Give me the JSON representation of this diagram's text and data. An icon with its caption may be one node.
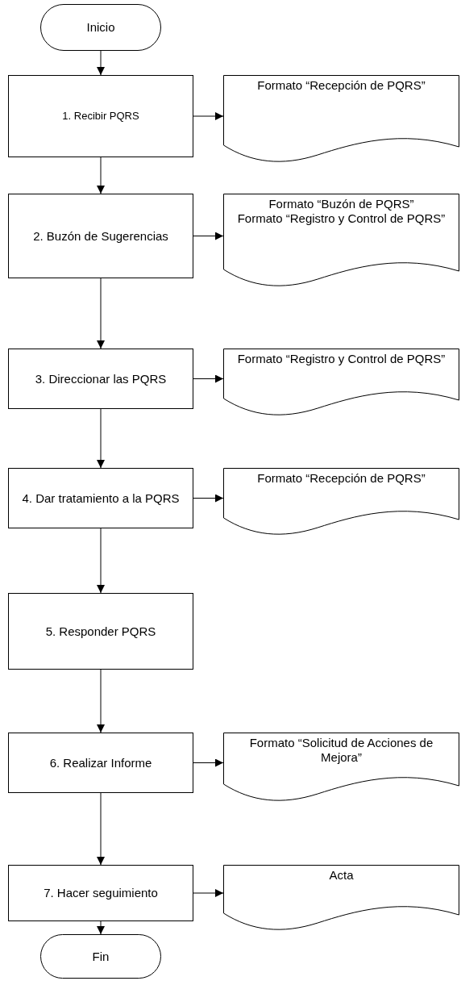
{
  "diagram": {
    "nodes": [
      {
        "text": [
          "Inicio"
        ]
      },
      {
        "text": [
          "1. Recibir PQRS"
        ]
      },
      {
        "text": [
          "Formato “Recepción de PQRS”"
        ]
      },
      {
        "text": [
          "2. Buzón de Sugerencias"
        ]
      },
      {
        "text": [
          "Formato “Buzón de PQRS”",
          "Formato “Registro y Control de PQRS”"
        ]
      },
      {
        "text": [
          "3. Direccionar las PQRS"
        ]
      },
      {
        "text": [
          "Formato “Registro y Control de PQRS”"
        ]
      },
      {
        "text": [
          "4. Dar tratamiento a la PQRS"
        ]
      },
      {
        "text": [
          "Formato “Recepción de PQRS”"
        ]
      },
      {
        "text": [
          "5. Responder PQRS"
        ]
      },
      {
        "text": [
          "6. Realizar Informe"
        ]
      },
      {
        "text": [
          "Formato “Solicitud de Acciones de Mejora”"
        ]
      },
      {
        "text": [
          "7. Hacer seguimiento"
        ]
      },
      {
        "text": [
          "Acta"
        ]
      },
      {
        "text": [
          "Fin"
        ]
      }
    ],
    "edges": [
      {
        "from": 0,
        "to": 1,
        "arrow": "to"
      },
      {
        "from": 1,
        "to": 2,
        "arrow": "to"
      },
      {
        "from": 1,
        "to": 3,
        "arrow": "to"
      },
      {
        "from": 3,
        "to": 4,
        "arrow": "to"
      },
      {
        "from": 3,
        "to": 5,
        "arrow": "to"
      },
      {
        "from": 5,
        "to": 6,
        "arrow": "to"
      },
      {
        "from": 5,
        "to": 7,
        "arrow": "to"
      },
      {
        "from": 7,
        "to": 8,
        "arrow": "to"
      },
      {
        "from": 7,
        "to": 9,
        "arrow": "to"
      },
      {
        "from": 9,
        "to": 10,
        "arrow": "to"
      },
      {
        "from": 10,
        "to": 11,
        "arrow": "to"
      },
      {
        "from": 10,
        "to": 12,
        "arrow": "to"
      },
      {
        "from": 12,
        "to": 13,
        "arrow": "to"
      },
      {
        "from": 12,
        "to": 14,
        "arrow": "to"
      }
    ]
  }
}
